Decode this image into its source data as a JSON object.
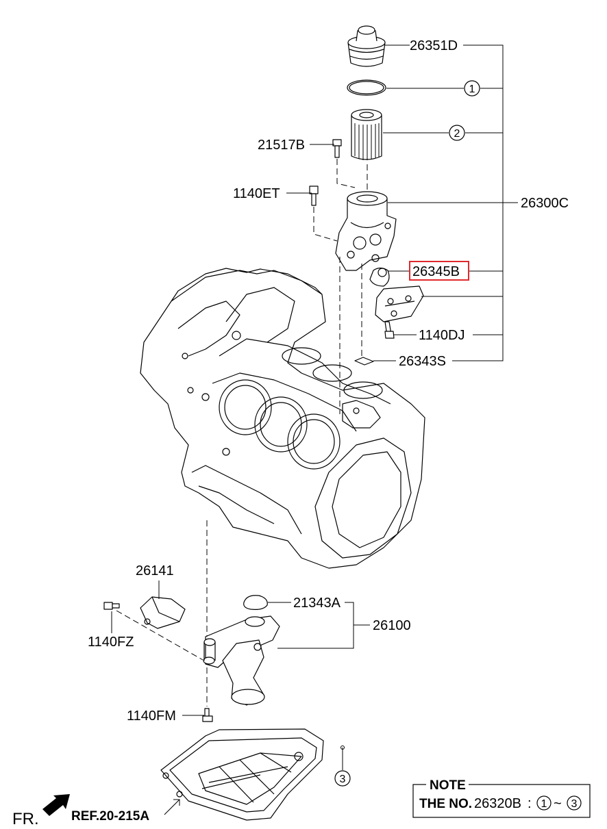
{
  "parts": {
    "filter_cap": "26351D",
    "filter_assy": "26300C",
    "bolt_top": "21517B",
    "bolt_left": "1140ET",
    "gasket_highlight": "26345B",
    "bolt_lower": "1140DJ",
    "clip": "26343S",
    "cover": "26141",
    "oring": "21343A",
    "oil_pump": "26100",
    "bolt_cover": "1140FZ",
    "bolt_pump": "1140FM"
  },
  "callouts": {
    "c1": "1",
    "c2": "2",
    "c3": "3"
  },
  "reference": {
    "fr": "FR.",
    "ref": "REF.20-215A"
  },
  "note": {
    "title": "NOTE",
    "prefix": "THE NO.",
    "part": "26320B",
    "colon": ":",
    "from": "1",
    "tilde": "~",
    "to": "3"
  },
  "colors": {
    "highlight_box": "#e0282c",
    "line": "#000000"
  }
}
